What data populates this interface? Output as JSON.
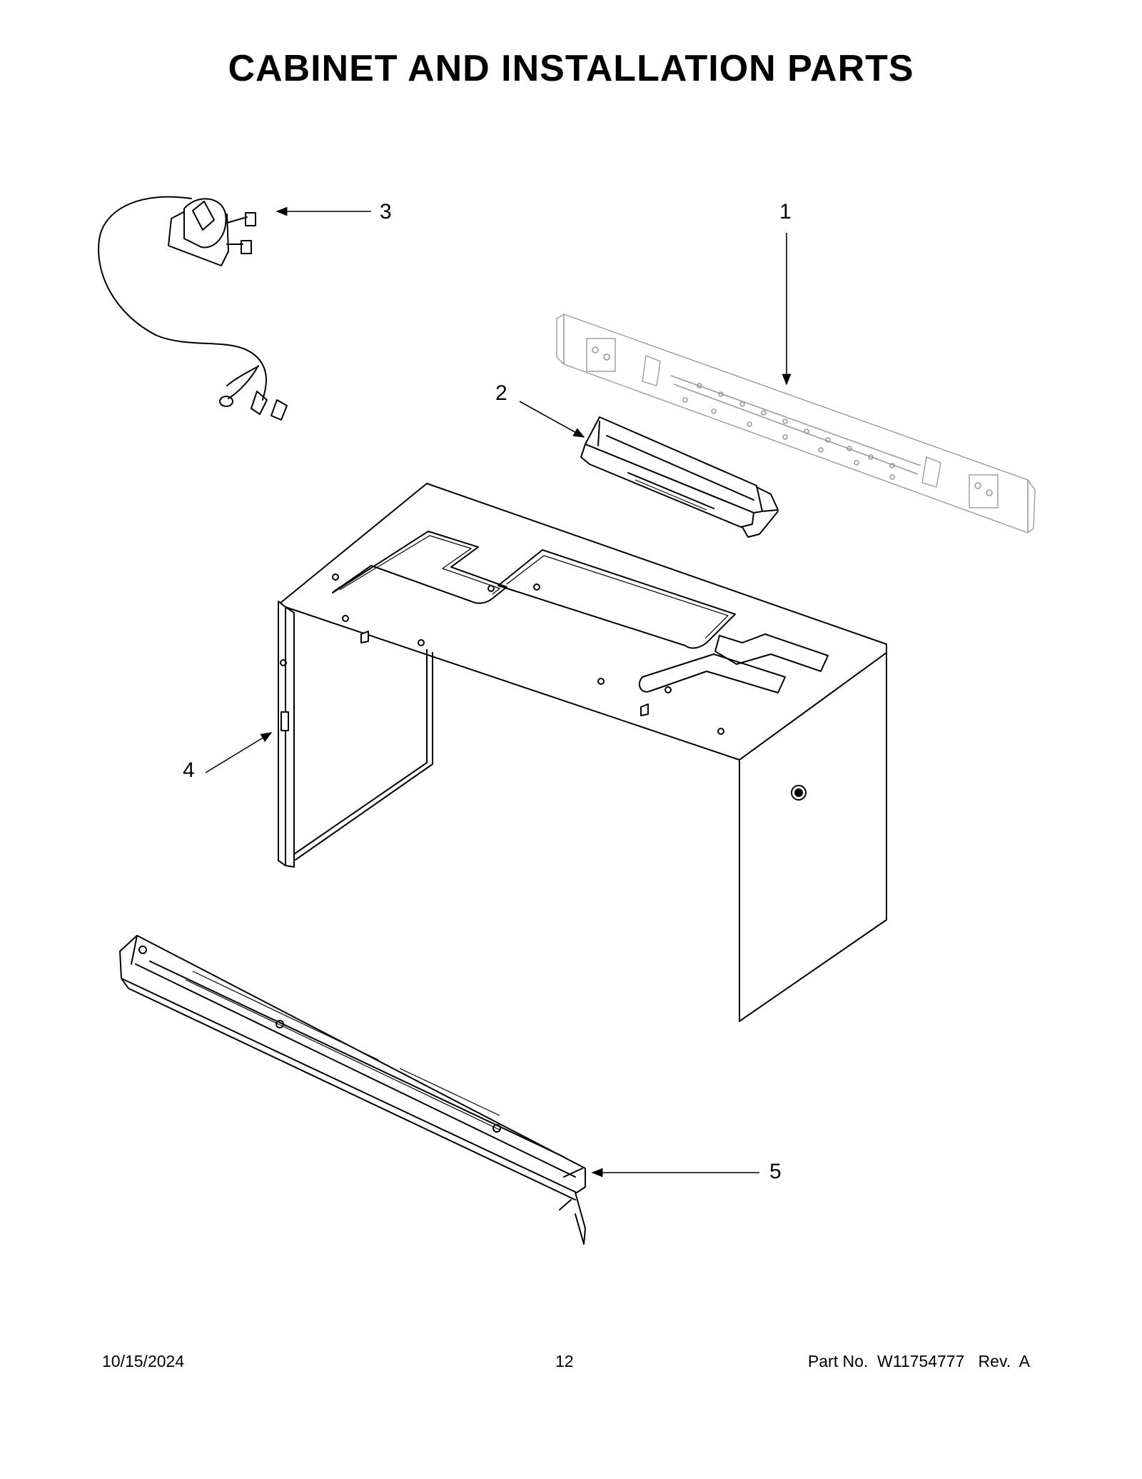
{
  "title": "CABINET AND INSTALLATION PARTS",
  "callouts": {
    "c1": "1",
    "c2": "2",
    "c3": "3",
    "c4": "4",
    "c5": "5"
  },
  "footer": {
    "date": "10/15/2024",
    "page": "12",
    "part": "Part No.  W11754777   Rev.  A"
  }
}
